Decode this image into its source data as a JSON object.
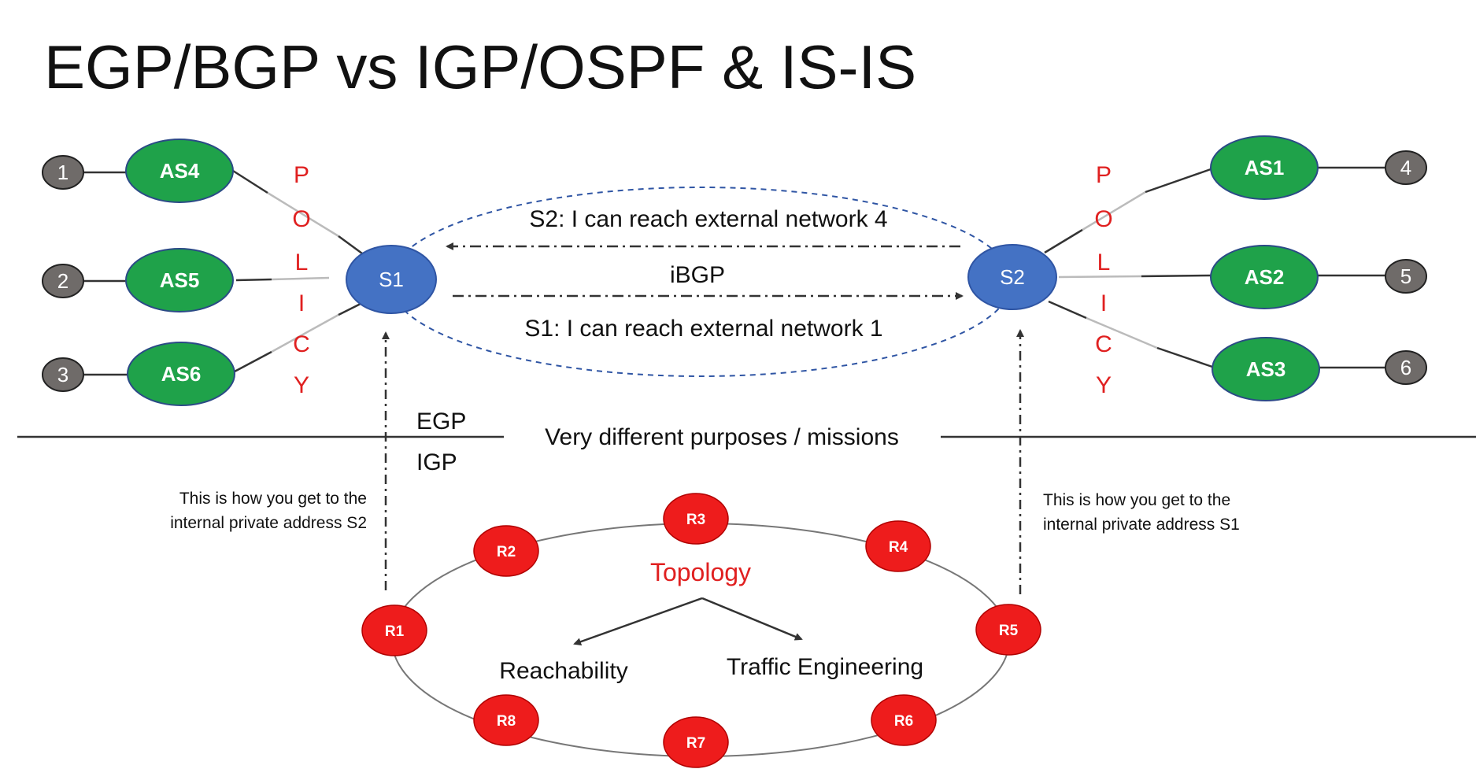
{
  "title": "EGP/BGP vs IGP/OSPF & IS-IS",
  "policy_letters": [
    "P",
    "O",
    "L",
    "I",
    "C",
    "Y"
  ],
  "speakers": {
    "s1": "S1",
    "s2": "S2"
  },
  "left_as": [
    "AS4",
    "AS5",
    "AS6"
  ],
  "left_networks": [
    "1",
    "2",
    "3"
  ],
  "right_as": [
    "AS1",
    "AS2",
    "AS3"
  ],
  "right_networks": [
    "4",
    "5",
    "6"
  ],
  "ibgp": {
    "label": "iBGP",
    "msg_from_s2": "S2: I can reach external network 4",
    "msg_from_s1": "S1: I can reach external network 1"
  },
  "divider": {
    "egp": "EGP",
    "igp": "IGP",
    "purposes": "Very different purposes / missions"
  },
  "notes": {
    "left": [
      "This is how you get to the",
      "internal private address S2"
    ],
    "right": [
      "This is how you get to the",
      "internal private address S1"
    ]
  },
  "routers": [
    "R1",
    "R2",
    "R3",
    "R4",
    "R5",
    "R6",
    "R7",
    "R8"
  ],
  "topology": {
    "label": "Topology",
    "left_branch": "Reachability",
    "right_branch": "Traffic Engineering"
  },
  "colors": {
    "as_green": "#1fa24a",
    "speaker_blue": "#4472c4",
    "router_red": "#ee1c1c",
    "network_gray": "#6f6b69",
    "policy_red": "#e02020"
  }
}
